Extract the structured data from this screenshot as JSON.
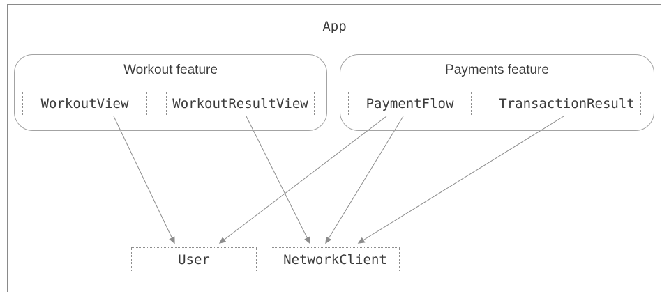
{
  "app": {
    "title": "App"
  },
  "groups": [
    {
      "id": "workout",
      "title": "Workout feature",
      "nodes": [
        {
          "label": "WorkoutView"
        },
        {
          "label": "WorkoutResultView"
        }
      ]
    },
    {
      "id": "payments",
      "title": "Payments feature",
      "nodes": [
        {
          "label": "PaymentFlow"
        },
        {
          "label": "TransactionResult"
        }
      ]
    }
  ],
  "shared_nodes": [
    {
      "label": "User"
    },
    {
      "label": "NetworkClient"
    }
  ],
  "edges": [
    {
      "from": "WorkoutView",
      "to": "User"
    },
    {
      "from": "WorkoutResultView",
      "to": "NetworkClient"
    },
    {
      "from": "PaymentFlow",
      "to": "User"
    },
    {
      "from": "PaymentFlow",
      "to": "NetworkClient"
    },
    {
      "from": "TransactionResult",
      "to": "NetworkClient"
    }
  ],
  "colors": {
    "outer_border": "#8a8a8a",
    "group_border": "#a3a3a3",
    "node_border": "#8f8f8f",
    "arrow": "#8c8c8c",
    "text": "#3a3a3a"
  }
}
